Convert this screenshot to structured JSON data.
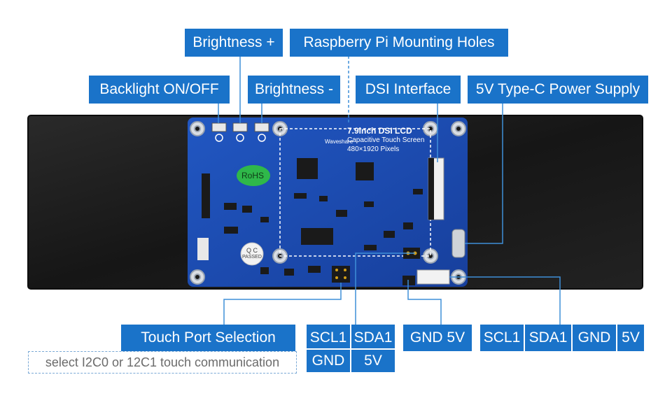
{
  "labels": {
    "brightness_plus": "Brightness +",
    "mounting_holes": "Raspberry Pi Mounting Holes",
    "backlight": "Backlight ON/OFF",
    "brightness_minus": "Brightness -",
    "dsi_interface": "DSI Interface",
    "power_supply": "5V Type-C Power Supply",
    "touch_port": "Touch Port Selection",
    "touch_note": "select I2C0 or 12C1 touch communication"
  },
  "pin_tables": {
    "left": {
      "row1": [
        "SCL1",
        "SDA1"
      ],
      "row2": [
        "GND",
        "5V"
      ]
    },
    "middle": {
      "row1": [
        "GND 5V"
      ]
    },
    "right": {
      "row1": [
        "SCL1",
        "SDA1",
        "GND",
        "5V"
      ]
    }
  },
  "board": {
    "title": "7.9inch DSI LCD",
    "subtitle": "Capacitive Touch Screen",
    "resolution": "480×1920 Pixels",
    "brand": "Waveshare",
    "rohs": "RoHS",
    "qc": "Q C",
    "qc_sub": "PASSED"
  },
  "colors": {
    "label_bg": "#1a73c9",
    "board_blue": "#1d4fb6",
    "panel_black": "#1b1b1b",
    "leader_line": "#3f8fd8",
    "rohs_green": "#2fb84a"
  }
}
